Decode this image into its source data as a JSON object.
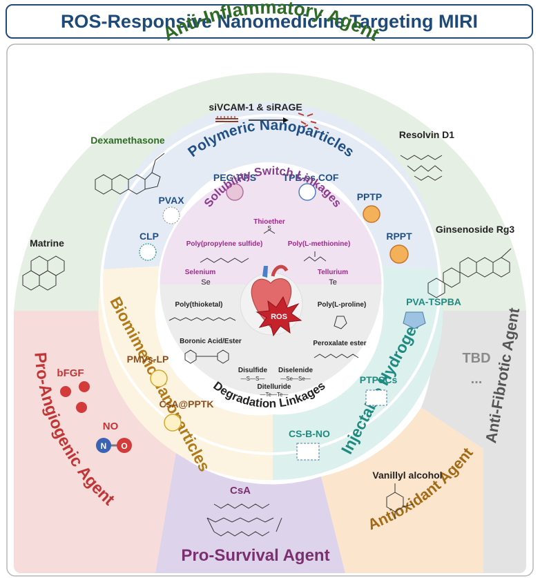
{
  "title": "ROS-Responsive Nanomedicine Targeting MIRI",
  "outer_ring": {
    "anti_inflammatory": "Anti-Inflammatory Agent",
    "pro_angiogenic": "Pro-Angiogenic Agent",
    "pro_survival": "Pro-Survival Agent",
    "antioxidant": "Antioxidant Agent",
    "anti_fibrotic": "Anti-Fibrotic Agent"
  },
  "agents": {
    "sirna": "siVCAM-1 & siRAGE",
    "dexamethasone": "Dexamethasone",
    "resolvin": "Resolvin D1",
    "matrine": "Matrine",
    "ginsenoside": "Ginsenoside Rg3",
    "bfgf": "bFGF",
    "no": "NO",
    "no_n": "N",
    "no_o": "O",
    "csa": "CsA",
    "vanillyl": "Vanillyl alcohol",
    "tbd": "TBD",
    "ellipsis": "..."
  },
  "middle_ring": {
    "polymeric": "Polymeric Nanoparticles",
    "biomimetic": "Biomimetic Nanoparticles",
    "injectable": "Injectable Hydrogels"
  },
  "nanoparticles": {
    "peg_pps": "PEG-PPS",
    "tpe_cof": "TPE-ss COF",
    "pvax": "PVAX",
    "pptp": "PPTP",
    "clp": "CLP",
    "rppt": "RPPT",
    "pmvs_lp": "PMVs-LP",
    "csa_pptk": "CsA@PPTK",
    "pva_tspba": "PVA-TSPBA",
    "ptpscs": "PTPSCs",
    "cs_b_no": "CS-B-NO"
  },
  "inner_ring": {
    "solubility": "Solubility Switch Linkages",
    "degradation": "Degradation Linkages"
  },
  "linkages": {
    "thioether": "Thioether",
    "pps": "Poly(propylene sulfide)",
    "plmet": "Poly(L-methionine)",
    "selenium": "Selenium",
    "tellurium": "Tellurium",
    "se": "Se",
    "te": "Te",
    "s": "S",
    "polythioketal": "Poly(thioketal)",
    "polyproline": "Poly(L-proline)",
    "boronic": "Boronic Acid/Ester",
    "peroxalate": "Peroxalate ester",
    "disulfide": "Disulfide",
    "diselenide": "Diselenide",
    "ditelluride": "Ditelluride",
    "ss_formula": "—S—S—",
    "sese_formula": "—Se—Se—",
    "tete_formula": "—Te—Te—"
  },
  "center": {
    "ros": "ROS"
  },
  "colors": {
    "anti_inflammatory_bg": "#e6efe3",
    "pro_angiogenic_bg": "#f7dcdc",
    "pro_survival_bg": "#ddd3ea",
    "antioxidant_bg": "#fbe5cc",
    "anti_fibrotic_bg": "#e3e3e3",
    "polymeric_bg": "#e4ebf5",
    "biomimetic_bg": "#fdf3e1",
    "injectable_bg": "#dcf0ee",
    "solubility_bg": "#f1e2f1",
    "degradation_bg": "#ececec"
  }
}
